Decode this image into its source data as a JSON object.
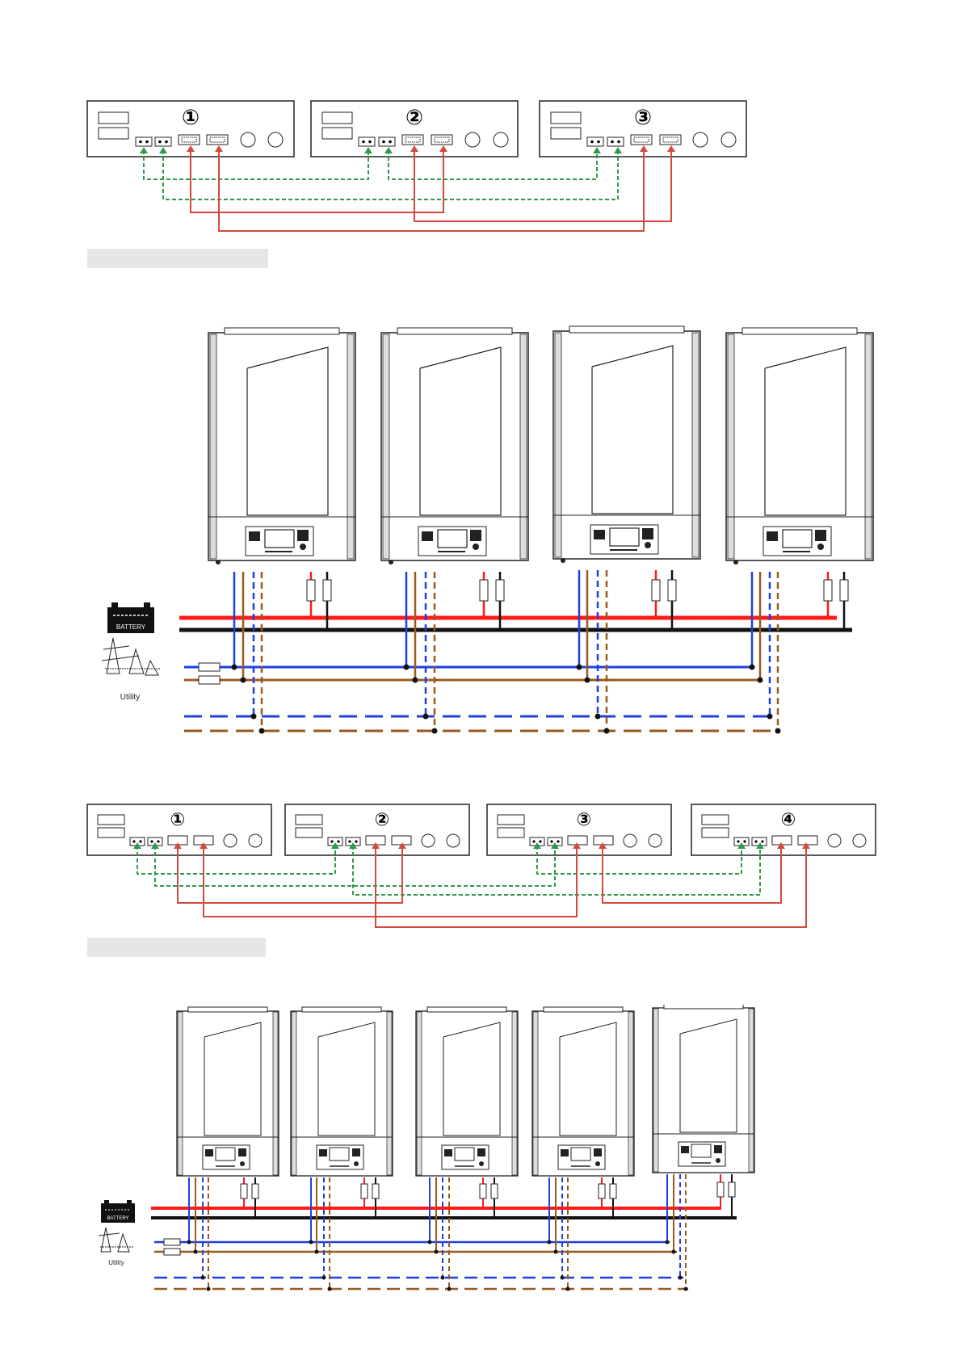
{
  "sections": [
    {
      "unit_numbers": [
        "①",
        "②",
        "③"
      ]
    },
    {
      "battery_label": "BATTERY",
      "utility_label": "Utility",
      "inverter_count": 4
    },
    {
      "unit_numbers": [
        "①",
        "②",
        "③",
        "④"
      ]
    },
    {
      "battery_label": "BATTERY",
      "utility_label": "Utility",
      "inverter_count": 5
    }
  ],
  "colors": {
    "sync_cable": "#2e9a4a",
    "comm_cable": "#d2493d",
    "dc_positive": "#ff1a1a",
    "dc_negative": "#111111",
    "ac_line": "#1f3fe0",
    "ac_neutral": "#9a5a1e",
    "caption_placeholder": "#e6e6e6"
  }
}
